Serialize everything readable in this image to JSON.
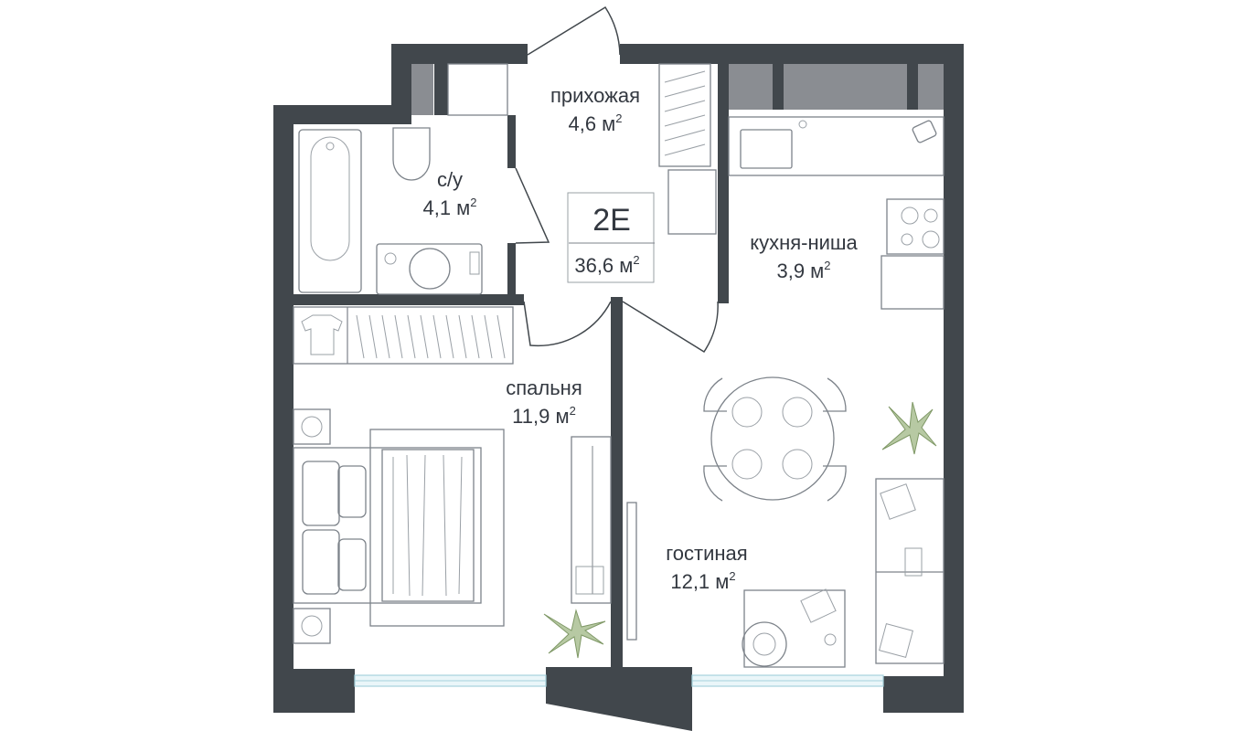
{
  "plan": {
    "unit": {
      "code": "2E",
      "total_area": "36,6 м",
      "area_unit_sup": "2"
    },
    "rooms": [
      {
        "id": "hall",
        "name": "прихожая",
        "area": "4,6 м",
        "sup": "2"
      },
      {
        "id": "bath",
        "name": "с/у",
        "area": "4,1 м",
        "sup": "2"
      },
      {
        "id": "kitchen",
        "name": "кухня-ниша",
        "area": "3,9 м",
        "sup": "2"
      },
      {
        "id": "bedroom",
        "name": "спальня",
        "area": "11,9 м",
        "sup": "2"
      },
      {
        "id": "living",
        "name": "гостиная",
        "area": "12,1 м",
        "sup": "2"
      }
    ],
    "colors": {
      "wall": "#41474c",
      "wall_light": "#8a8d92",
      "text": "#333840",
      "glass": "#a6d3dd",
      "plant": "#8aa271"
    }
  }
}
